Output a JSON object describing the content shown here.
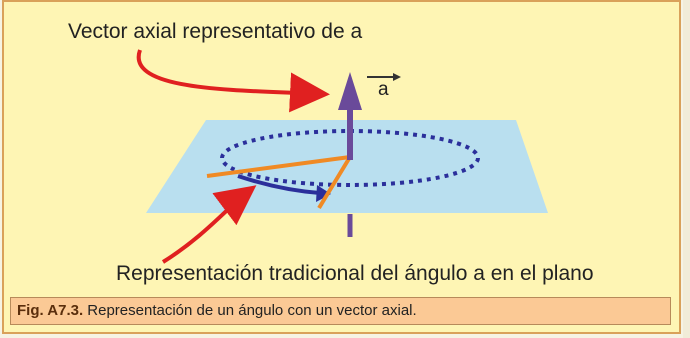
{
  "labels": {
    "axial_vector": "Vector axial representativo de a",
    "vector_symbol": "a",
    "traditional_angle": "Representación tradicional del ángulo a en el plano"
  },
  "caption": {
    "number": "Fig. A7.3.",
    "text": " Representación de un ángulo con un vector axial."
  },
  "colors": {
    "background": "#fef5b4",
    "border": "#d9a15a",
    "plane": "#b9dfef",
    "vector": "#6a4a9a",
    "orbit": "#2b2f9b",
    "angle_lines": "#f08a24",
    "pointer_arrows": "#e02020",
    "caption_bg": "#fbc995"
  }
}
